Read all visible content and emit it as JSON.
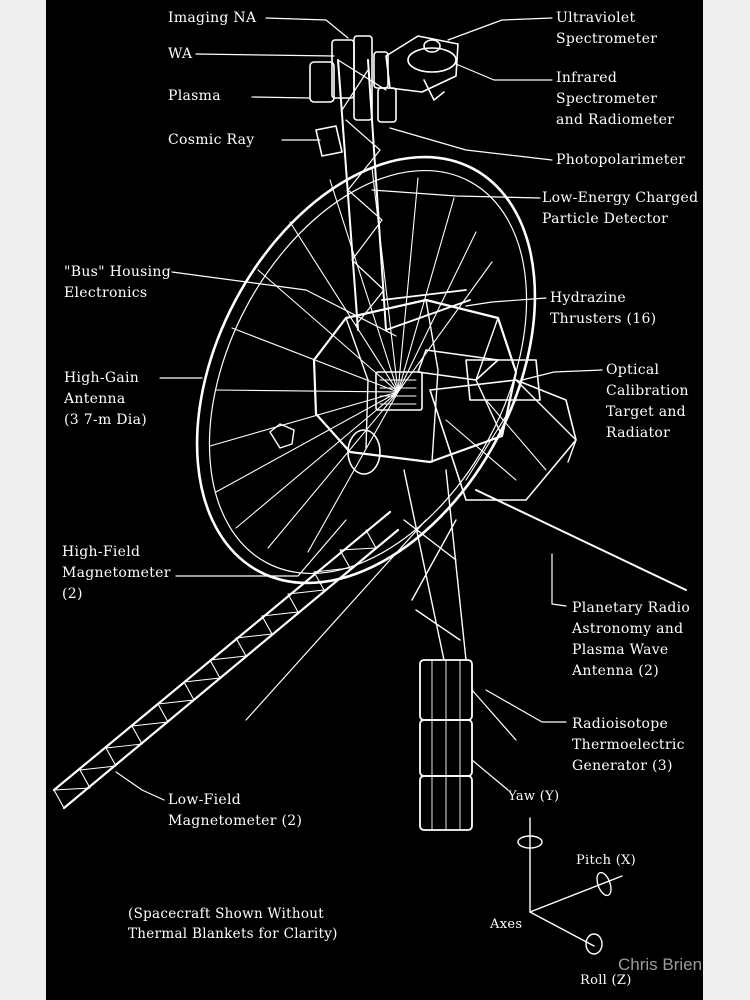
{
  "labels": {
    "imaging_na": "Imaging NA",
    "wa": "WA",
    "plasma": "Plasma",
    "cosmic_ray": "Cosmic Ray",
    "uv_spectrometer": "Ultraviolet\nSpectrometer",
    "ir_spectrometer": "Infrared\nSpectrometer\nand Radiometer",
    "photopolarimeter": "Photopolarimeter",
    "lecp": "Low-Energy Charged\nParticle Detector",
    "bus_housing": "\"Bus\" Housing\nElectronics",
    "hydrazine": "Hydrazine\nThrusters (16)",
    "high_gain": "High-Gain\nAntenna\n(3 7-m Dia)",
    "optical_cal": "Optical\nCalibration\nTarget and\nRadiator",
    "high_field_mag": "High-Field\nMagnetometer\n(2)",
    "planetary_radio": "Planetary Radio\nAstronomy and\nPlasma Wave\nAntenna (2)",
    "rtg": "Radioisotope\nThermoelectric\nGenerator (3)",
    "low_field_mag": "Low-Field\nMagnetometer (2)"
  },
  "axes": {
    "yaw": "Yaw (Y)",
    "pitch": "Pitch (X)",
    "roll": "Roll (Z)",
    "title": "Axes"
  },
  "note": "(Spacecraft Shown Without\nThermal Blankets for Clarity)",
  "watermark": "Chris Brien",
  "colors": {
    "background": "#000000",
    "ink": "#ffffff",
    "frame": "#efefef"
  }
}
